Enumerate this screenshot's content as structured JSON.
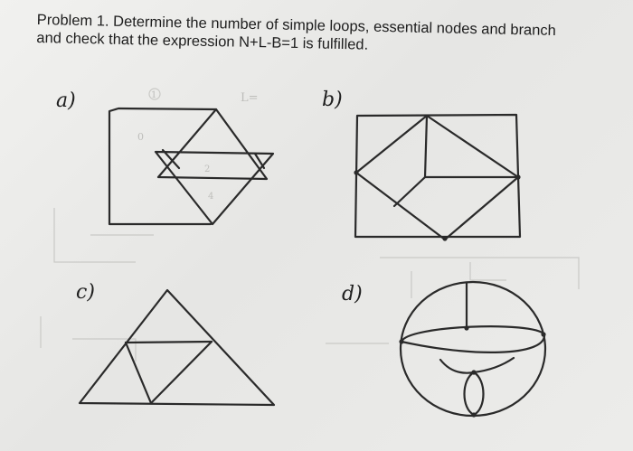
{
  "problem": {
    "line1": "Problem 1. Determine the number of simple loops, essential nodes and branch",
    "line2": "and check that the expression N+L-B=1 is fulfilled."
  },
  "figures": {
    "a": {
      "label": "a)",
      "note": "L=",
      "faint_marks": [
        "1",
        "0",
        "2",
        "4"
      ]
    },
    "b": {
      "label": "b)"
    },
    "c": {
      "label": "c)"
    },
    "d": {
      "label": "d)"
    }
  },
  "colors": {
    "paper": "#ececea",
    "ink": "#2a2a2a",
    "faint_pencil": "#bdbdba"
  }
}
